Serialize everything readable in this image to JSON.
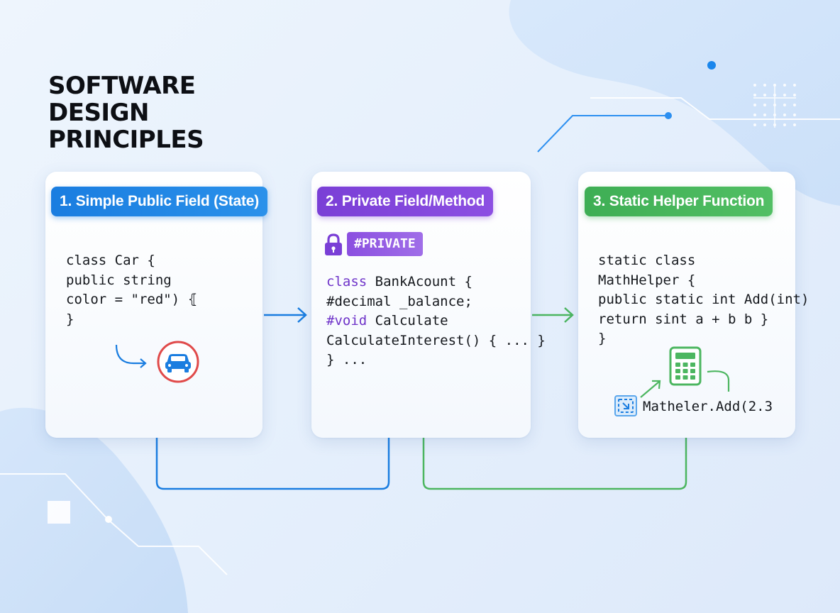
{
  "page": {
    "title": "SOFTWARE DESIGN PRINCIPLES"
  },
  "cards": [
    {
      "label": "1. Simple Public Field (State)",
      "color": "#1a7de0",
      "code_lines": [
        "class Car {",
        "public string",
        "color = \"red\") ⦃",
        "}"
      ],
      "icon": "car-icon"
    },
    {
      "label": "2. Private Field/Method",
      "color": "#7a3fd6",
      "badge": "#PRIVATE",
      "badge_icon": "lock-icon",
      "code_lines": [
        "class BankAcount {",
        "#decimal _balance;",
        "#void Calculate",
        "CalculateInterest() { ... }",
        "} ..."
      ]
    },
    {
      "label": "3. Static Helper Function",
      "color": "#3eae54",
      "code_lines": [
        "static class",
        "MathHelper {",
        "public static int Add(int)",
        "return sint a + b b }",
        "}"
      ],
      "icon": "calculator-icon",
      "call_text": "Matheler.Add(2.3"
    }
  ],
  "colors": {
    "blue": "#1a7de0",
    "purple": "#7a3fd6",
    "green": "#3eae54",
    "car_ring": "#e04a4a"
  }
}
